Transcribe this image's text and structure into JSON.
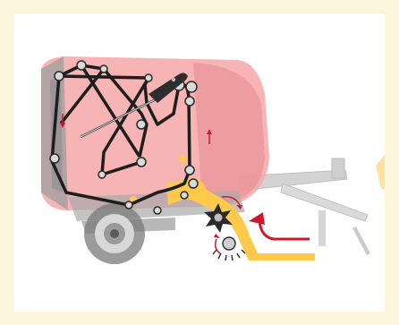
{
  "figure": {
    "subject": "round-baler",
    "colors": {
      "page_background": "#fdf6dd",
      "panel_background": "#ffffff",
      "baler_body": "#f3a0a0",
      "baler_body_shade": "#e07c80",
      "frame_gray": "#9a9a9a",
      "frame_dark": "#6e6e6e",
      "belt": "#1e1e1e",
      "crop_flow": "#ffc94a",
      "arrow_red": "#d0182a",
      "handle_dark": "#3a3a3a"
    },
    "parts": [
      {
        "name": "bale-chamber",
        "icon": "bale-chamber-icon"
      },
      {
        "name": "belts",
        "icon": "belt-loop-icon"
      },
      {
        "name": "tension-arm",
        "icon": "tension-arm-icon"
      },
      {
        "name": "rotor",
        "icon": "rotor-star-icon"
      },
      {
        "name": "pickup",
        "icon": "pickup-reel-icon"
      },
      {
        "name": "crop-flow",
        "icon": "crop-flow-icon"
      },
      {
        "name": "wheel",
        "icon": "wheel-icon"
      },
      {
        "name": "drawbar",
        "icon": "drawbar-icon"
      }
    ],
    "arrows": [
      {
        "name": "belt-direction-down",
        "icon": "arrow-down-icon"
      },
      {
        "name": "belt-direction-up",
        "icon": "arrow-up-icon"
      },
      {
        "name": "rotor-rotation",
        "icon": "curved-arrow-icon"
      },
      {
        "name": "pickup-rotation",
        "icon": "curved-arrow-icon"
      },
      {
        "name": "crop-intake",
        "icon": "arrow-left-curve-icon"
      }
    ]
  }
}
